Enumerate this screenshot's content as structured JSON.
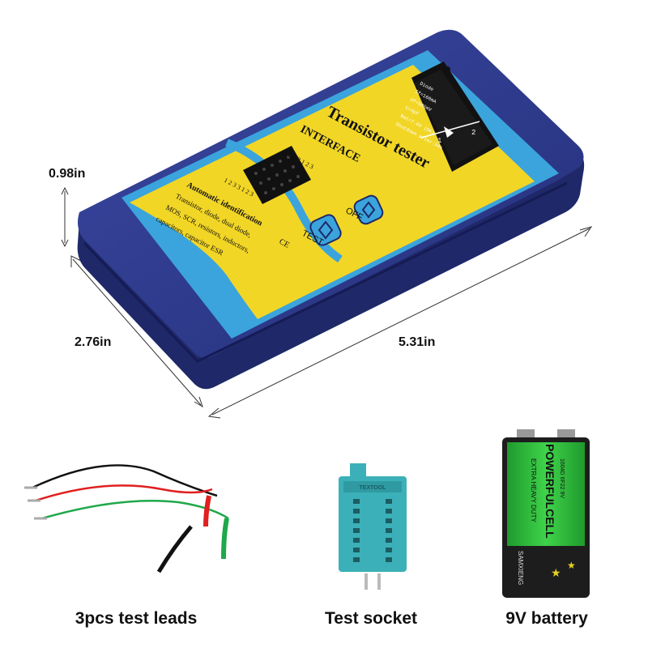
{
  "dimensions": {
    "height": "0.98in",
    "width": "2.76in",
    "length": "5.31in"
  },
  "device": {
    "title": "Transistor tester",
    "interface_label": "INTERFACE",
    "pin_numbers_top": "1 2 3 3 1 2 3",
    "pin_numbers_bottom": "1 2 3 3 1 2 3",
    "test_label": "TEST",
    "off_label": "OFF",
    "cert_marks": "CE",
    "description_heading": "Automatic identification",
    "description_lines": [
      "Transistor, diode, dual diode,",
      "MOS, SCR, resistors, inductors,",
      "capacitors, capacitor ESR"
    ],
    "screen": {
      "mode": "Diode",
      "lines": [
        "If=160mA",
        "Uf=585mV",
        "C=4pF",
        "Bat=7.6V (OK)",
        "Shutdown after:34s"
      ],
      "pin_left": "1",
      "pin_right": "2"
    },
    "colors": {
      "case": "#2e3a8c",
      "case_dark": "#1f2868",
      "panel_yellow": "#f2d626",
      "panel_blue": "#3ba4dc",
      "screen": "#111111"
    }
  },
  "accessories": [
    {
      "caption": "3pcs test leads",
      "lead_colors": [
        "#111111",
        "#e02020",
        "#1fa84a"
      ]
    },
    {
      "caption": "Test socket",
      "socket_color": "#3bb0b8",
      "socket_text": "TEXTOOL"
    },
    {
      "caption": "9V battery",
      "brand": "POWERFULCELL",
      "subtitle": "EXTRA HEAVY DUTY",
      "model": "1604D 6F22 9V",
      "maker": "SAMXIENG",
      "battery_color": "#2fbf3a"
    }
  ]
}
